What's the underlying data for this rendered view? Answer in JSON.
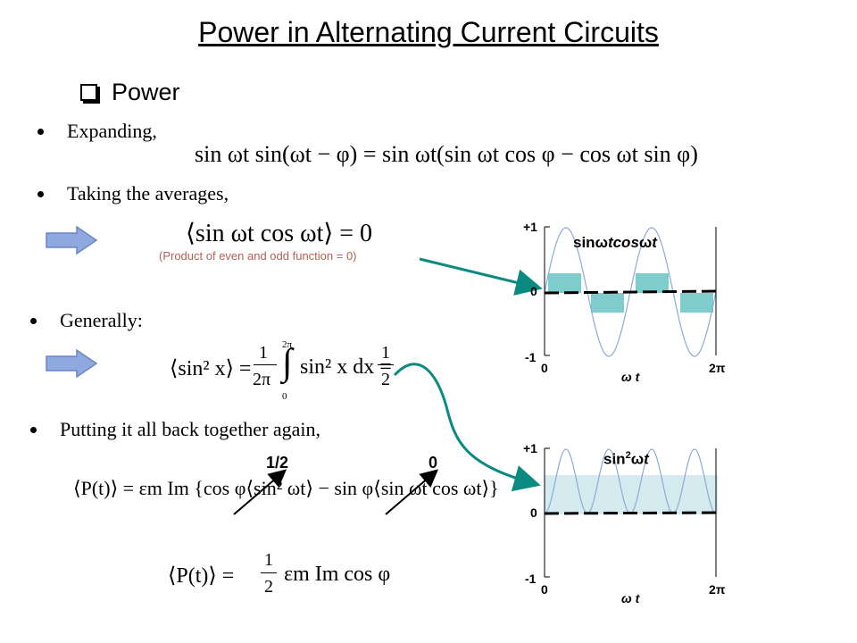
{
  "title": "Power in Alternating Current Circuits",
  "section": {
    "label": "Power",
    "icon": "checkbox-icon"
  },
  "bullets": {
    "expanding": "Expanding,",
    "averages": "Taking the averages,",
    "generally": "Generally:",
    "putting": "Putting it all back together again,"
  },
  "equations": {
    "expand": "sin ωt sin(ωt − φ) = sin ωt(sin ωt cos φ − cos ωt sin φ)",
    "avg_sincos": "⟨sin ωt cos ωt⟩ = 0",
    "avg_sin2_left": "⟨sin² x⟩ =",
    "avg_sin2_mid": "sin² x dx =",
    "avg_sin2_one": "1",
    "avg_sin2_two": "2",
    "avg_sin2_twopi": "2π",
    "int_upper": "2π",
    "int_lower": "0",
    "power_full": "⟨P(t)⟩ = εm Im {cos φ⟨sin² ωt⟩ − sin φ⟨sin ωt cos ωt⟩}",
    "power_final_left": "⟨P(t)⟩ =",
    "power_final_right": "εm Im cos φ"
  },
  "note": "(Product of even and odd function = 0)",
  "overlays": {
    "half": "1/2",
    "zero": "0"
  },
  "plots": [
    {
      "label_prefix": "sin",
      "label_rest": "tcos",
      "label_end": "t",
      "omega": "ω",
      "xlabel": "t",
      "y_ticks": [
        "+1",
        "0",
        "-1"
      ],
      "x_ticks": [
        "0",
        "2π"
      ]
    },
    {
      "label_prefix": "sin",
      "label_sup": "2",
      "label_end": "t",
      "omega": "ω",
      "xlabel": "t",
      "y_ticks": [
        "+1",
        "0",
        "-1"
      ],
      "x_ticks": [
        "0",
        "2π"
      ]
    }
  ],
  "colors": {
    "teal": "#7ecdcc",
    "light_teal": "#d6ebef",
    "curve": "#8ea9d8",
    "connector": "#0a8a80",
    "arrow_fill": "#8ea8e0",
    "note": "#b45f55"
  }
}
